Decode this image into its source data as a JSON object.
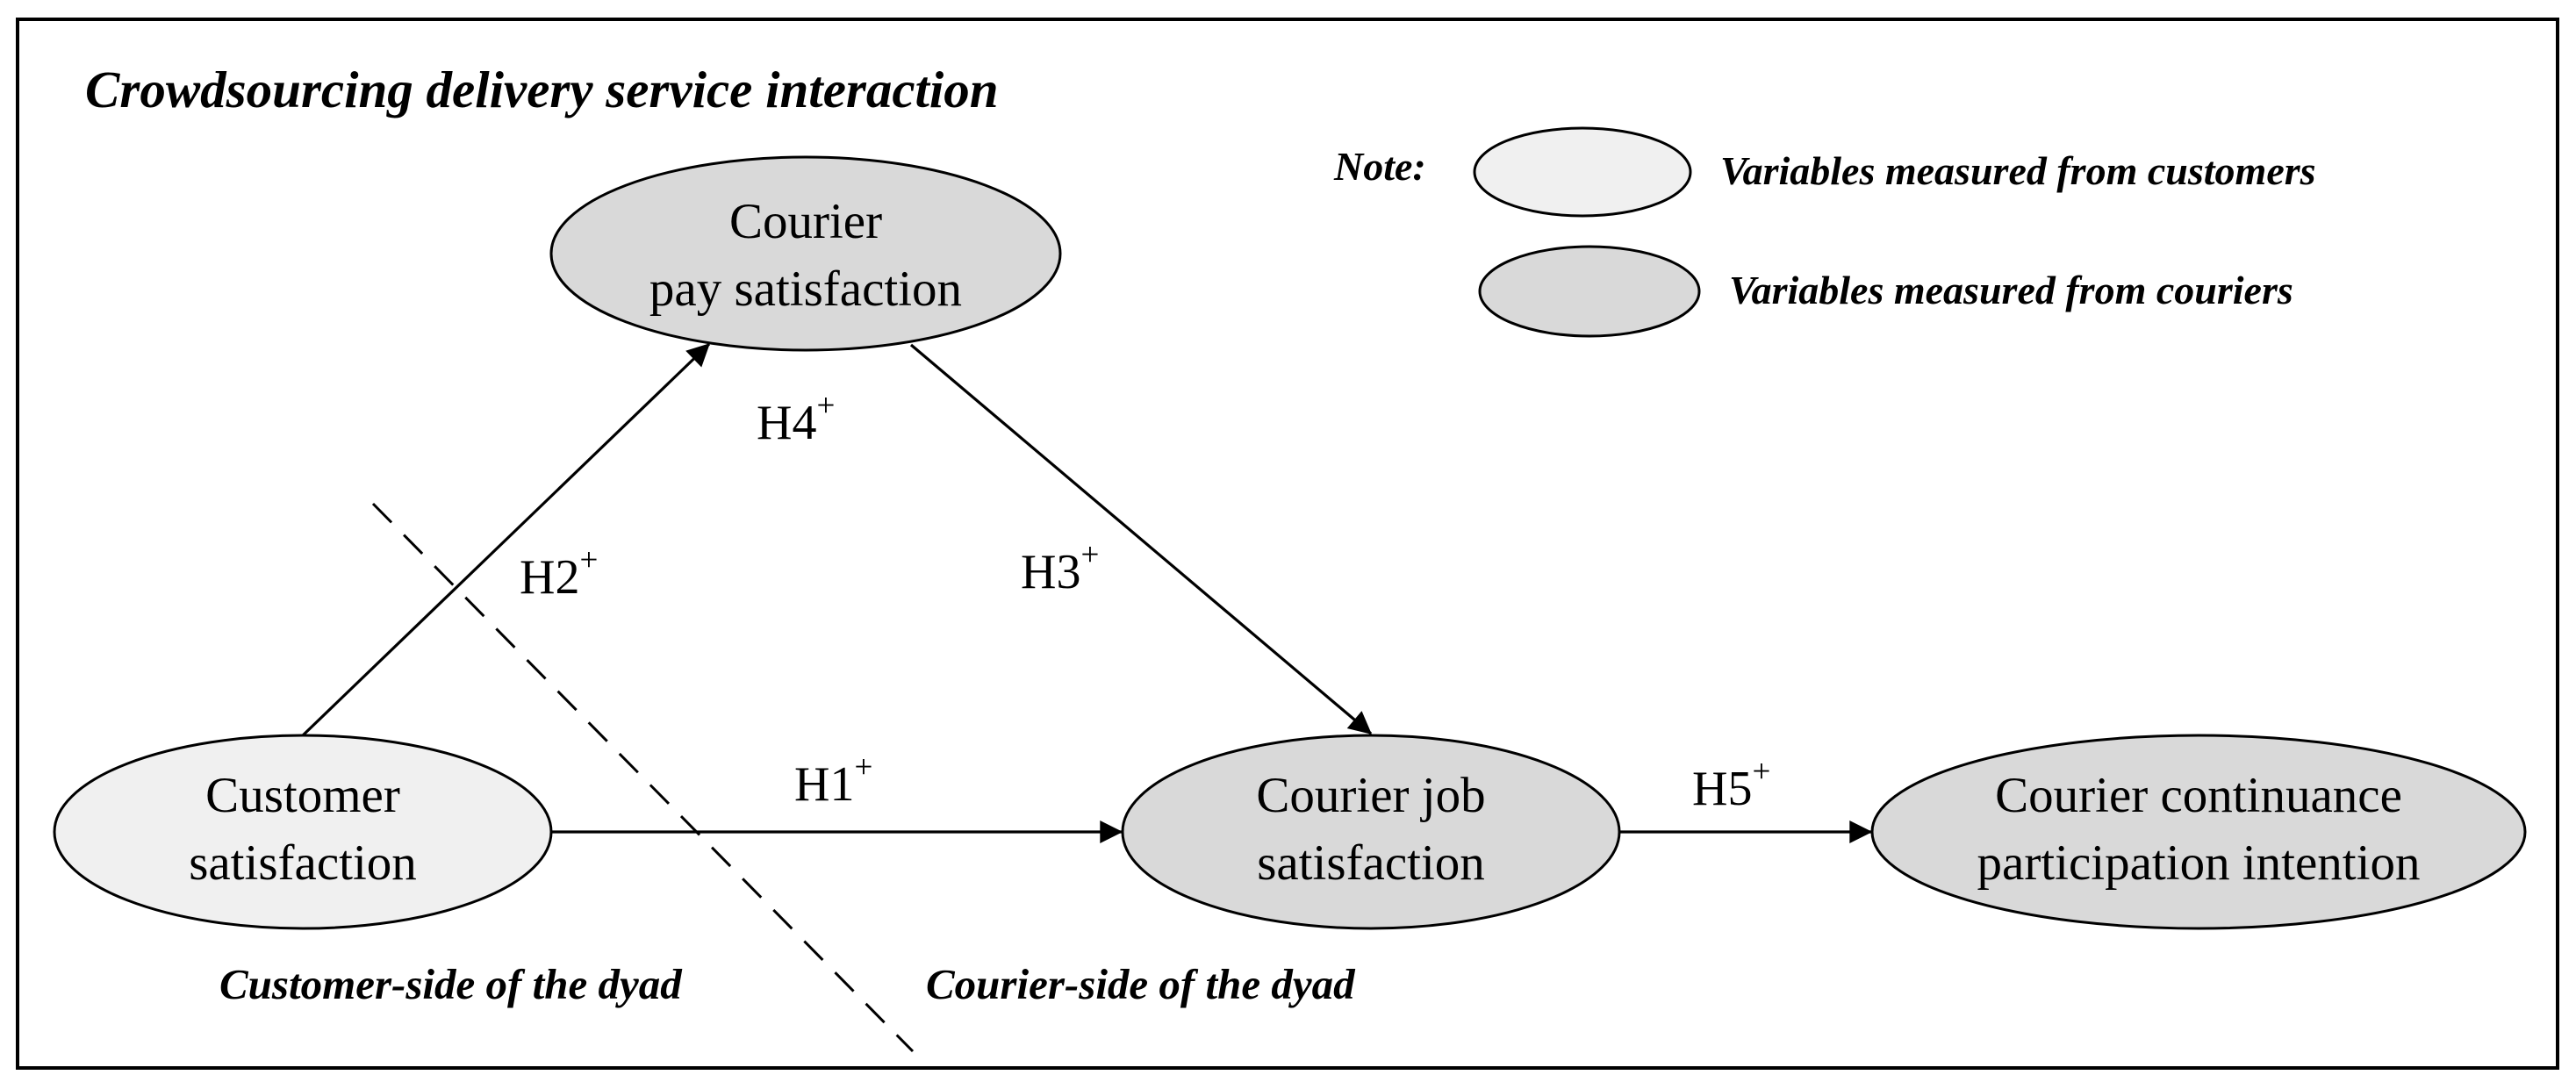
{
  "title": "Crowdsourcing delivery service interaction",
  "colors": {
    "customer_measured_fill": "#f0f0f0",
    "courier_measured_fill": "#d9d9d9",
    "line": "#000000",
    "frame": "#000000"
  },
  "legend": {
    "note_label": "Note:",
    "customer_measured": "Variables measured from customers",
    "courier_measured": "Variables measured from  couriers"
  },
  "nodes": {
    "courier_pay_satisfaction": {
      "line1": "Courier",
      "line2": "pay satisfaction",
      "measured_from": "couriers"
    },
    "customer_satisfaction": {
      "line1": "Customer",
      "line2": "satisfaction",
      "measured_from": "customers"
    },
    "courier_job_satisfaction": {
      "line1": "Courier job",
      "line2": "satisfaction",
      "measured_from": "couriers"
    },
    "courier_continuance_participation_intention": {
      "line1": "Courier continuance",
      "line2": "participation intention",
      "measured_from": "couriers"
    }
  },
  "hypotheses": {
    "h1": {
      "label": "H1",
      "sign": "+",
      "from": "Customer satisfaction",
      "to": "Courier job satisfaction"
    },
    "h2": {
      "label": "H2",
      "sign": "+",
      "from": "Customer satisfaction",
      "to": "Courier pay satisfaction"
    },
    "h3": {
      "label": "H3",
      "sign": "+",
      "from": "Courier pay satisfaction",
      "to": "Courier job satisfaction"
    },
    "h4": {
      "label": "H4",
      "sign": "+",
      "from": "Customer satisfaction",
      "to": "Courier pay satisfaction"
    },
    "h5": {
      "label": "H5",
      "sign": "+",
      "from": "Courier job satisfaction",
      "to": "Courier continuance participation intention"
    }
  },
  "sides": {
    "customer": "Customer-side of the dyad",
    "courier": "Courier-side of the dyad"
  }
}
